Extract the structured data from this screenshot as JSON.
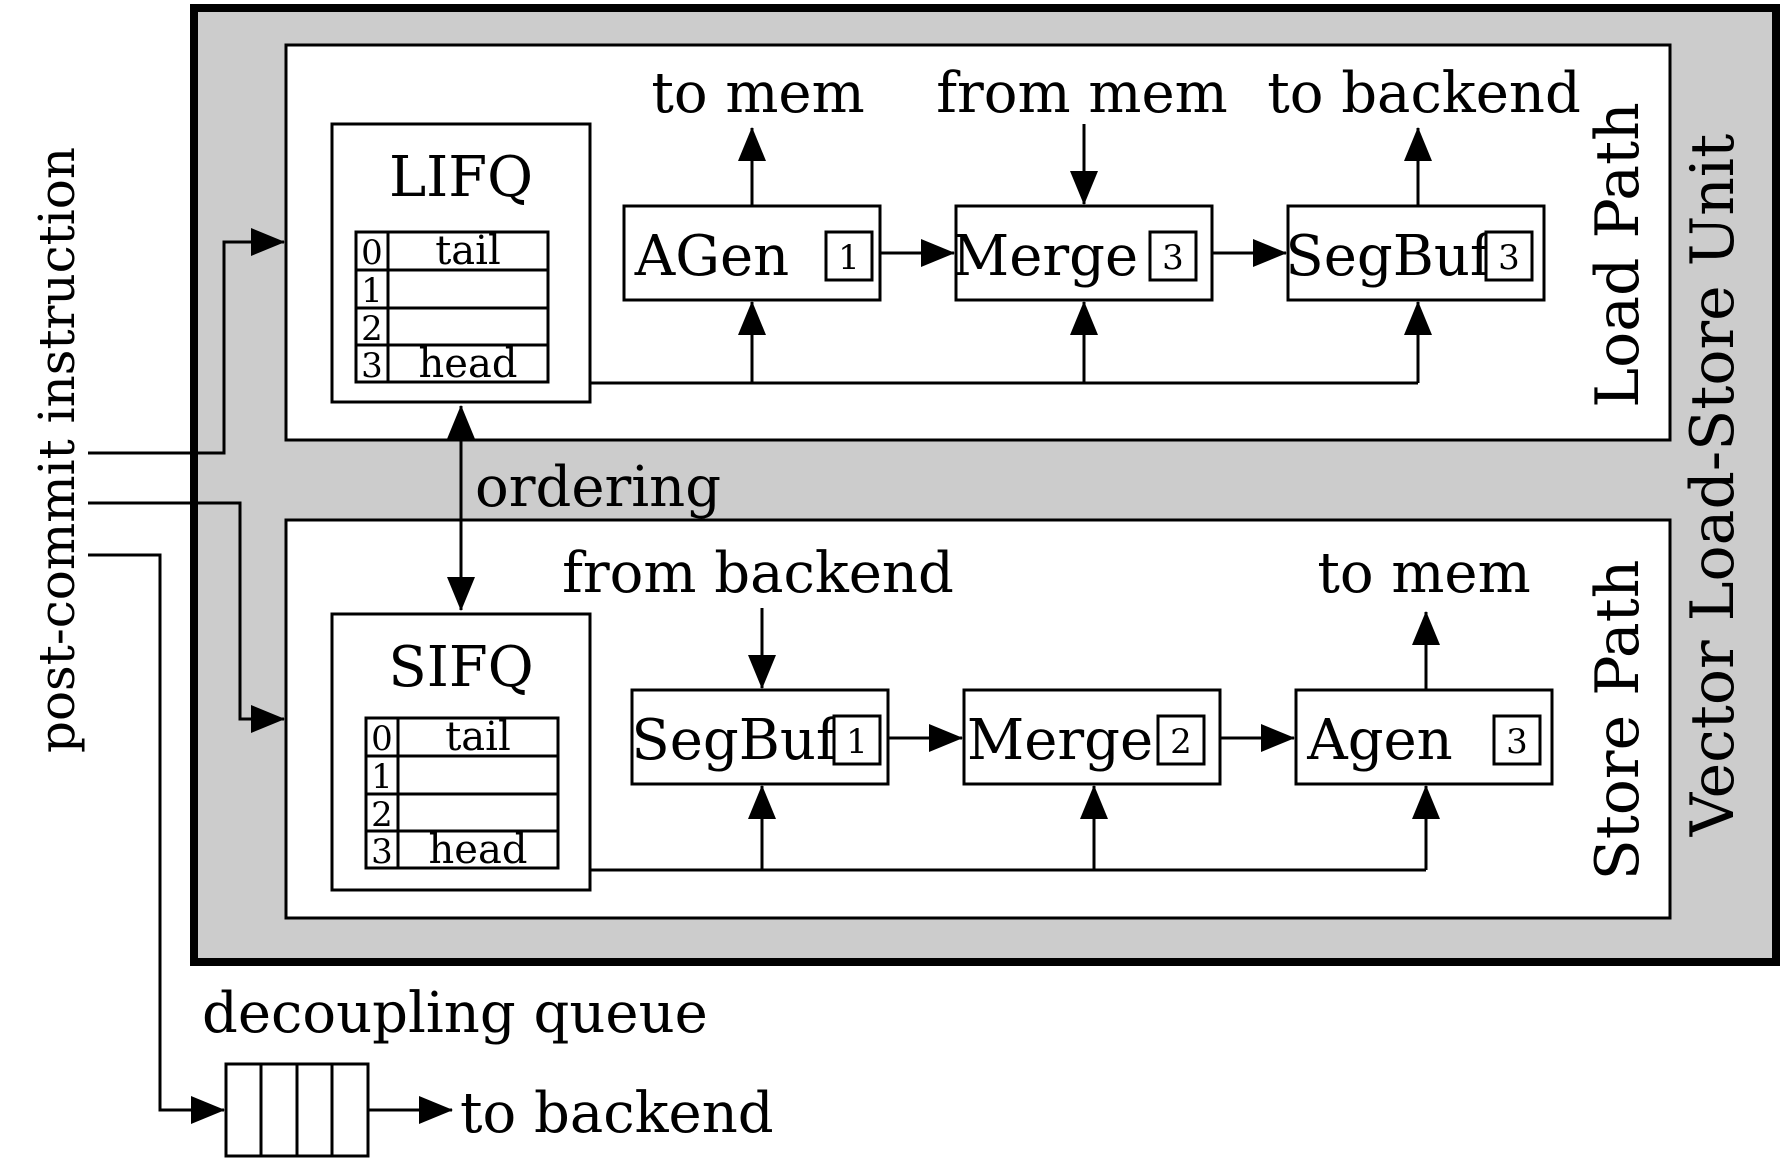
{
  "unit_title": "Vector Load-Store Unit",
  "side_input_label": "post-commit instruction",
  "ordering_label": "ordering",
  "decoupling": {
    "label": "decoupling queue",
    "output_label": "to backend"
  },
  "load_path": {
    "title": "Load Path",
    "queue": {
      "name": "LIFQ",
      "rows": [
        {
          "index": "0",
          "text": "tail"
        },
        {
          "index": "1",
          "text": ""
        },
        {
          "index": "2",
          "text": ""
        },
        {
          "index": "3",
          "text": "head"
        }
      ]
    },
    "stages": [
      {
        "name": "AGen",
        "badge": "1",
        "io_label": "to mem"
      },
      {
        "name": "Merge",
        "badge": "3",
        "io_label": "from mem"
      },
      {
        "name": "SegBuf",
        "badge": "3",
        "io_label": "to backend"
      }
    ]
  },
  "store_path": {
    "title": "Store Path",
    "queue": {
      "name": "SIFQ",
      "rows": [
        {
          "index": "0",
          "text": "tail"
        },
        {
          "index": "1",
          "text": ""
        },
        {
          "index": "2",
          "text": ""
        },
        {
          "index": "3",
          "text": "head"
        }
      ]
    },
    "stages": [
      {
        "name": "SegBuf",
        "badge": "1",
        "io_label": "from backend"
      },
      {
        "name": "Merge",
        "badge": "2",
        "io_label": ""
      },
      {
        "name": "Agen",
        "badge": "3",
        "io_label": "to mem"
      }
    ]
  }
}
